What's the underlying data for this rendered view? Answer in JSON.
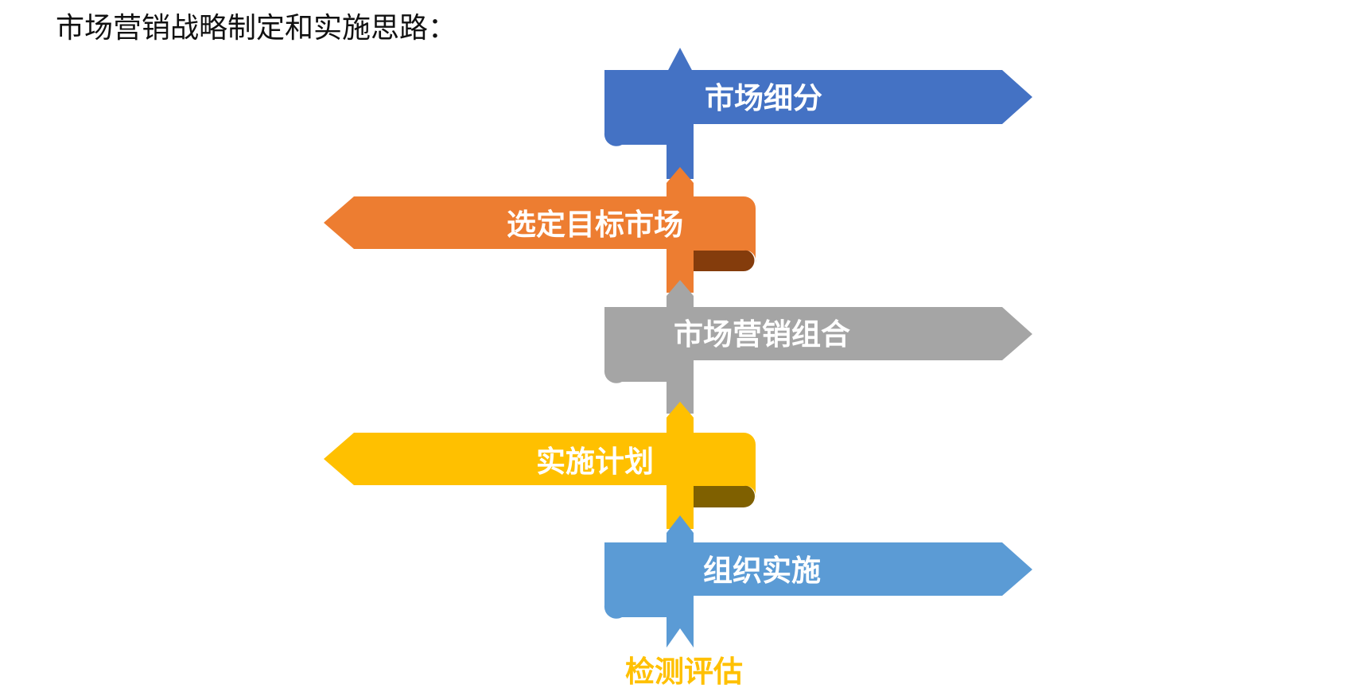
{
  "title": "市场营销战略制定和实施思路：",
  "steps": [
    {
      "label": "市场细分",
      "direction": "right",
      "color": "#4472C4",
      "fold_color": "#203864"
    },
    {
      "label": "选定目标市场",
      "direction": "left",
      "color": "#ED7D31",
      "fold_color": "#843C0C"
    },
    {
      "label": "市场营销组合",
      "direction": "right",
      "color": "#A5A5A5",
      "fold_color": "#525252"
    },
    {
      "label": "实施计划",
      "direction": "left",
      "color": "#FFC000",
      "fold_color": "#7F6000"
    },
    {
      "label": "组织实施",
      "direction": "right",
      "color": "#5B9BD5",
      "fold_color": "#1F4E79"
    }
  ],
  "final_step": {
    "label": "检测评估",
    "color": "#FFC000"
  }
}
